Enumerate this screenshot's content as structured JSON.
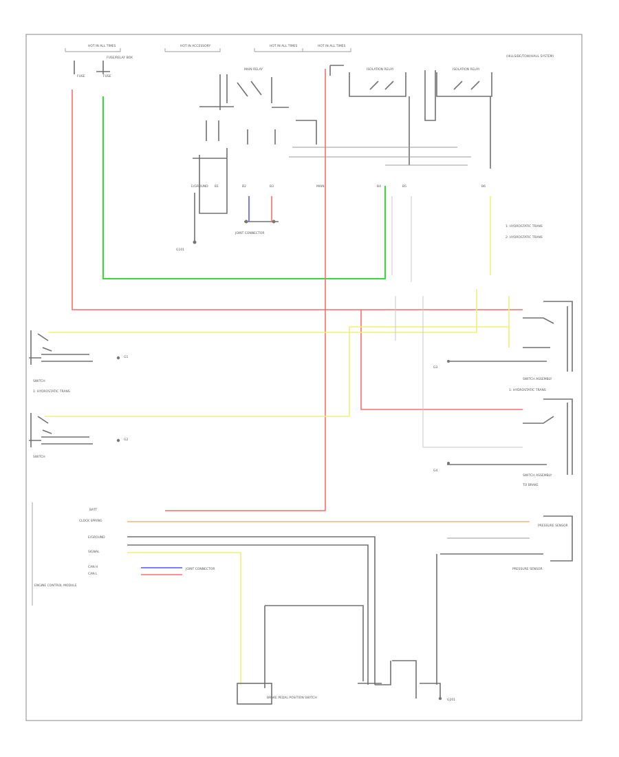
{
  "figure_id": "",
  "labels": {
    "fuse1": "HOT IN ALL TIMES",
    "fuse2": "HOT IN ACCESSORY",
    "fuse3": "HOT IN ALL TIMES",
    "fuse4": "HOT IN ALL TIMES",
    "fuse_box_left": "FUSE/RELAY BOX",
    "main_relay": "MAIN RELAY",
    "relay_a": "ISOLATION RELAY",
    "relay_b": "ISOLATION RELAY",
    "top_right_note": "(HILLSIDE/TOW/HAUL SYSTEM)",
    "ground_left": "G101",
    "ground_mid": "JOINT CONNECTOR",
    "legend1": "1: HYDROSTATIC TRANS",
    "legend2": "2: HYDROSTATIC TRANS",
    "comp_right1": "SWITCH ASSEMBLY",
    "comp_right2": "SWITCH ASSEMBLY",
    "comp_left1": "SWITCH",
    "comp_left2": "SWITCH",
    "ecu": "ENGINE CONTROL MODULE",
    "sensor_right": "PRESSURE SENSOR",
    "bottom_comp": "BRAKE PEDAL POSITION SWITCH",
    "bottom_ground": "G201"
  }
}
